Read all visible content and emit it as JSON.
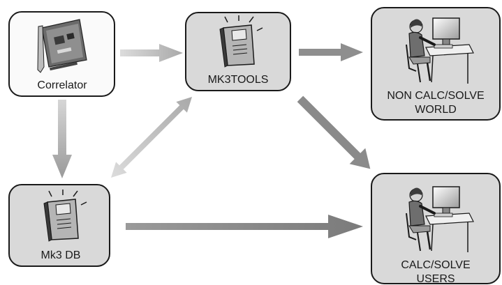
{
  "nodes": {
    "correlator": {
      "label": "Correlator",
      "icon": "pci-card-icon"
    },
    "mk3tools": {
      "label": "MK3TOOLS",
      "icon": "server-tower-icon"
    },
    "non_calc": {
      "label_line1": "NON CALC/SOLVE",
      "label_line2": "WORLD",
      "icon": "person-at-computer-icon"
    },
    "mk3db": {
      "label": "Mk3 DB",
      "icon": "server-tower-icon"
    },
    "calc": {
      "label_line1": "CALC/SOLVE",
      "label_line2": "USERS",
      "icon": "person-at-computer-icon"
    }
  },
  "colors": {
    "box_fill_light": "#f7f7f7",
    "box_fill_dark": "#d8d8d8",
    "box_stroke": "#1a1a1a",
    "arrow_light": "#c4c4c4",
    "arrow_dark": "#8c8c8c"
  }
}
